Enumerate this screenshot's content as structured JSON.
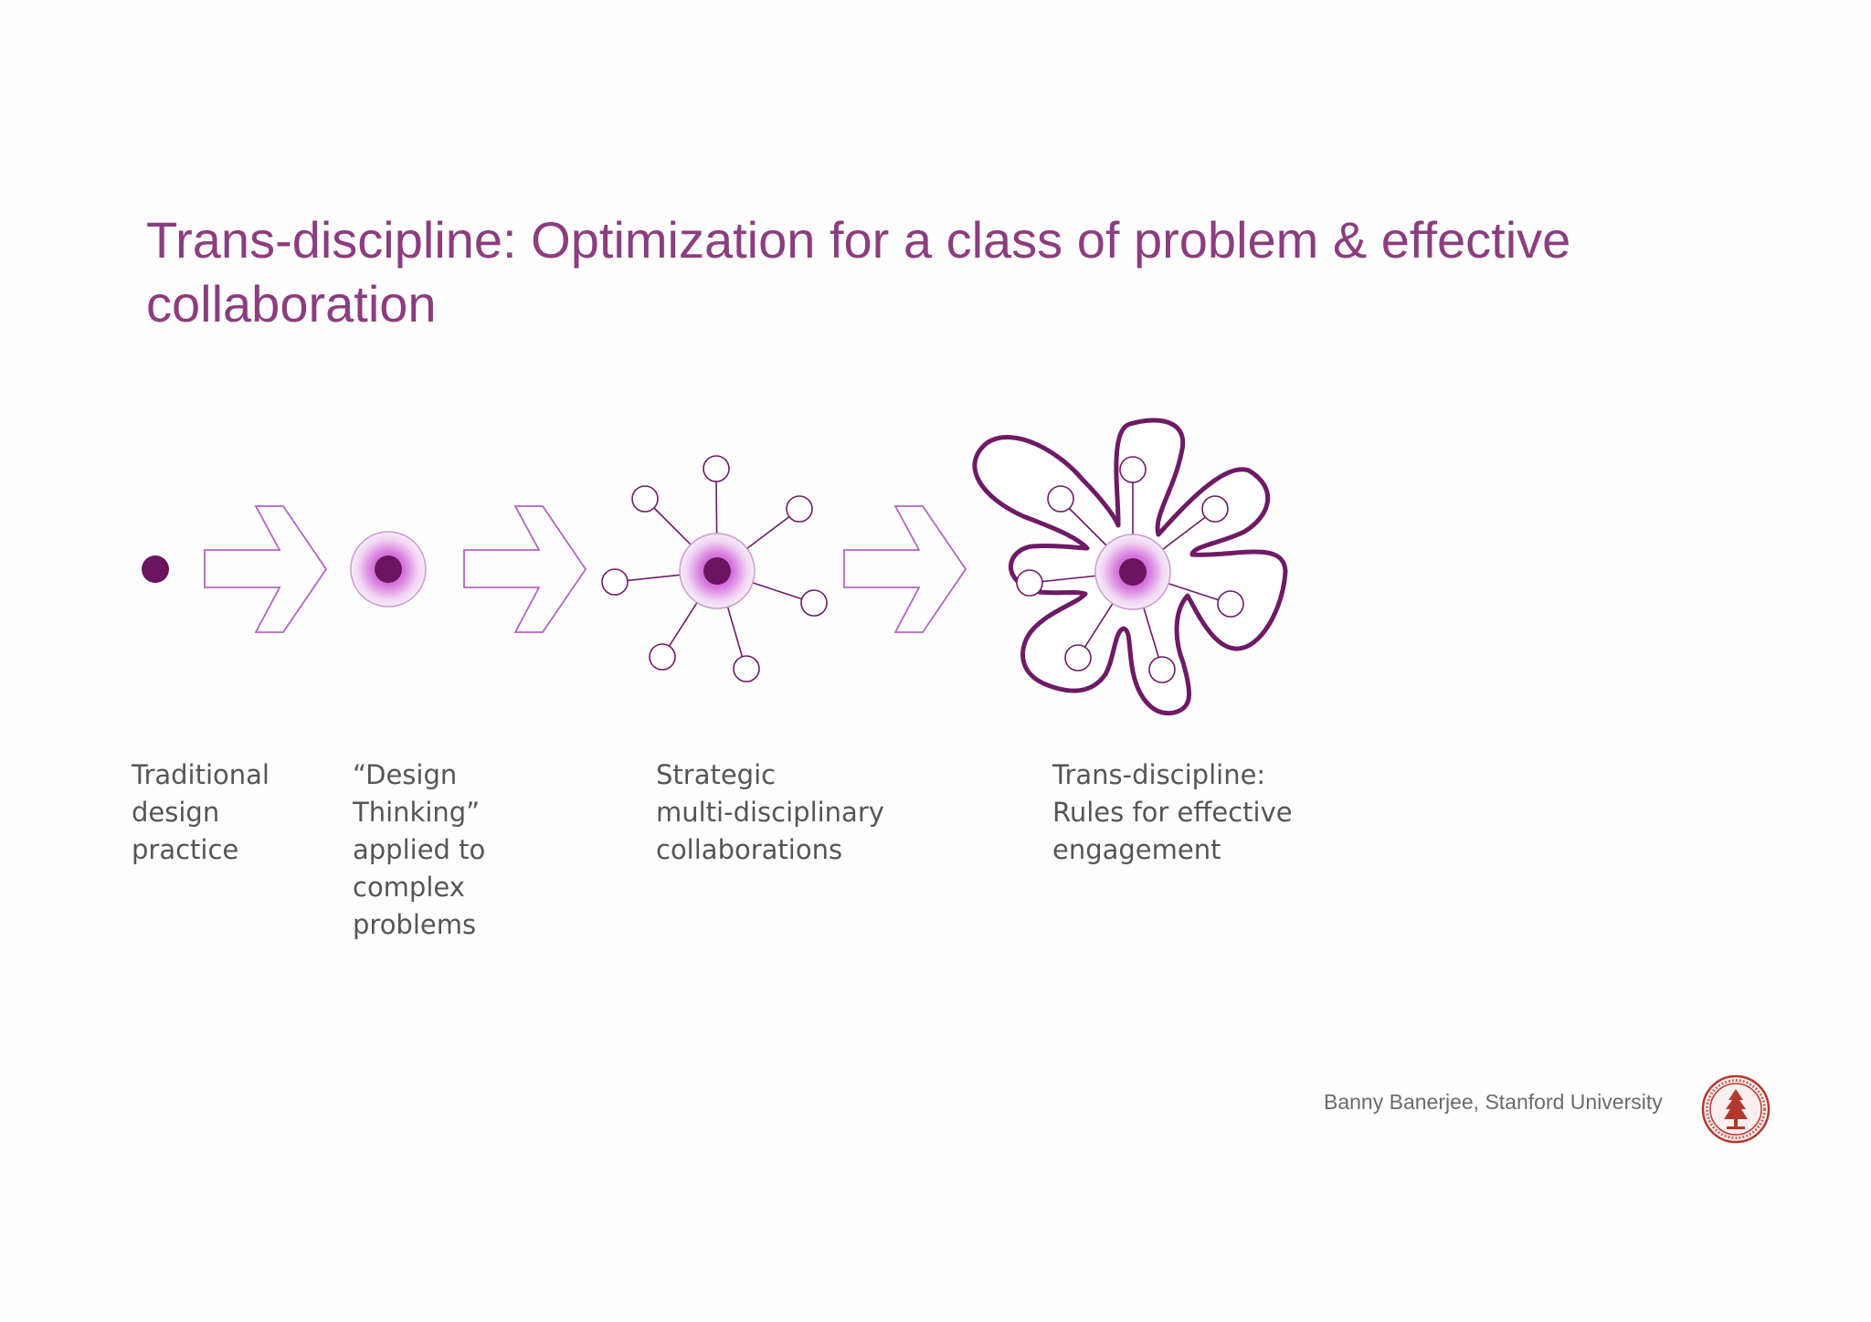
{
  "slide": {
    "title_lines": [
      "Trans-discipline: Optimization for a class of problem & effective",
      "collaboration"
    ],
    "stages": [
      {
        "lines": [
          "Traditional",
          "design",
          "practice"
        ]
      },
      {
        "lines": [
          "“Design",
          "Thinking”",
          "applied to",
          "complex",
          "problems"
        ]
      },
      {
        "lines": [
          "Strategic",
          "multi-disciplinary",
          "collaborations"
        ]
      },
      {
        "lines": [
          "Trans-discipline:",
          "Rules for effective",
          "engagement"
        ]
      }
    ],
    "credit": "Banny Banerjee, Stanford University",
    "icons": {
      "arrow": "outlined-arrow-icon",
      "seal": "stanford-university-seal-icon"
    }
  },
  "colors": {
    "title": "#8b3d7e",
    "core": "#6b1560",
    "halo": "#c85ad0",
    "outline": "#b065c0",
    "blob": "#6e1a66",
    "caption": "#555555",
    "seal": "#b03a2e"
  }
}
